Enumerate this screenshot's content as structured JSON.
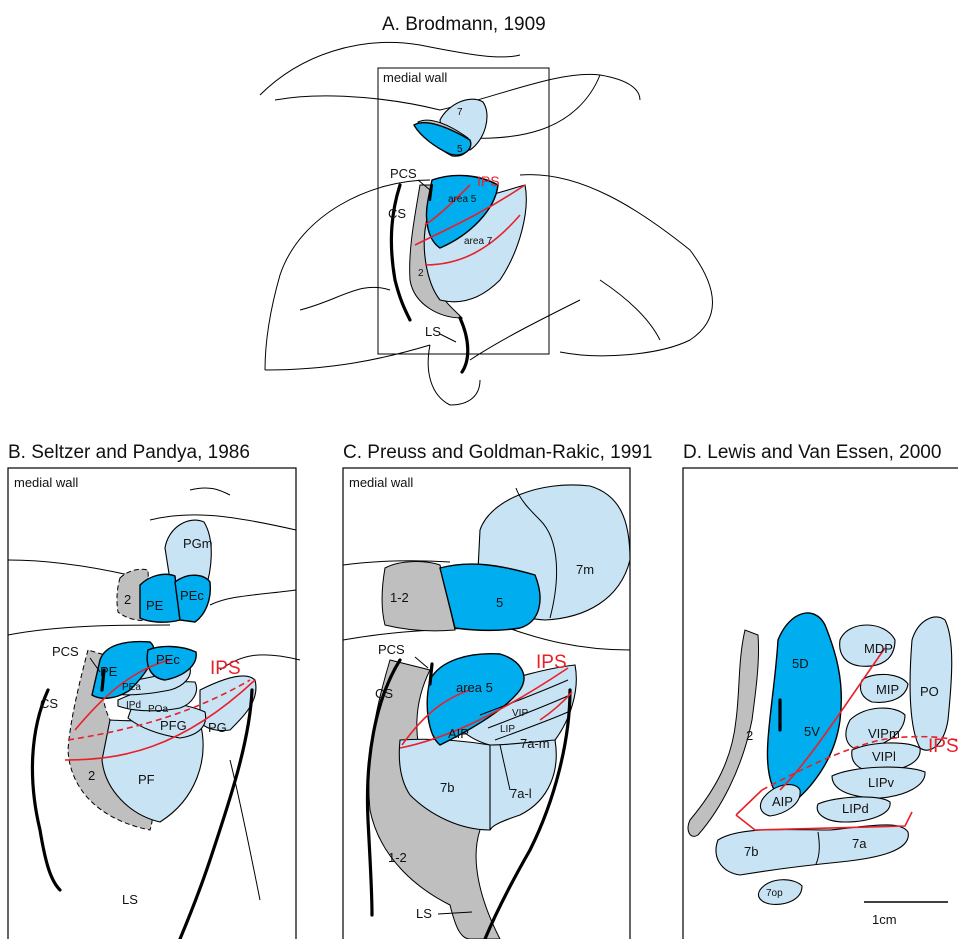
{
  "panels": {
    "a": {
      "title": "A. Brodmann, 1909",
      "medial_wall": "medial wall",
      "labels": {
        "area7_medial": "7",
        "area5_medial": "5",
        "pcs": "PCS",
        "ips": "IPS",
        "cs": "CS",
        "area5": "area 5",
        "area7": "area 7",
        "area2": "2",
        "ls": "LS"
      }
    },
    "b": {
      "title": "B. Seltzer and Pandya, 1986",
      "medial_wall": "medial wall",
      "labels": {
        "pgm": "PGm",
        "area2_medial": "2",
        "pe_medial": "PE",
        "pec_medial": "PEc",
        "pcs": "PCS",
        "ips": "IPS",
        "cs": "CS",
        "pe": "PE",
        "pec": "PEc",
        "pea": "PEa",
        "ipd": "IPd",
        "poa": "POa",
        "pg": "PG",
        "pfg": "PFG",
        "pf": "PF",
        "area2": "2",
        "ls": "LS"
      }
    },
    "c": {
      "title": "C. Preuss and Goldman-Rakic, 1991",
      "medial_wall": "medial wall",
      "labels": {
        "a12_medial": "1-2",
        "area5_medial": "5",
        "area7m": "7m",
        "pcs": "PCS",
        "ips": "IPS",
        "cs": "CS",
        "area5": "area 5",
        "vip": "VIP",
        "lip": "LIP",
        "a7am": "7a-m",
        "aip": "AIP",
        "a7al": "7a-l",
        "a7b": "7b",
        "a12": "1-2",
        "ls": "LS"
      }
    },
    "d": {
      "title": "D. Lewis and Van Essen, 2000",
      "labels": {
        "mdp": "MDP",
        "a5d": "5D",
        "mip": "MIP",
        "po": "PO",
        "a5v": "5V",
        "vipm": "VIPm",
        "vipl": "VIPl",
        "ips": "IPS",
        "area2": "2",
        "lipv": "LIPv",
        "aip": "AIP",
        "lipd": "LIPd",
        "a7b": "7b",
        "a7a": "7a",
        "a7op": "7op"
      },
      "scale_label": "1cm"
    }
  },
  "colors": {
    "dark_blue": "#00aeef",
    "light_blue": "#c8e4f4",
    "gray": "#bfbfbf",
    "red": "#e8202a"
  }
}
